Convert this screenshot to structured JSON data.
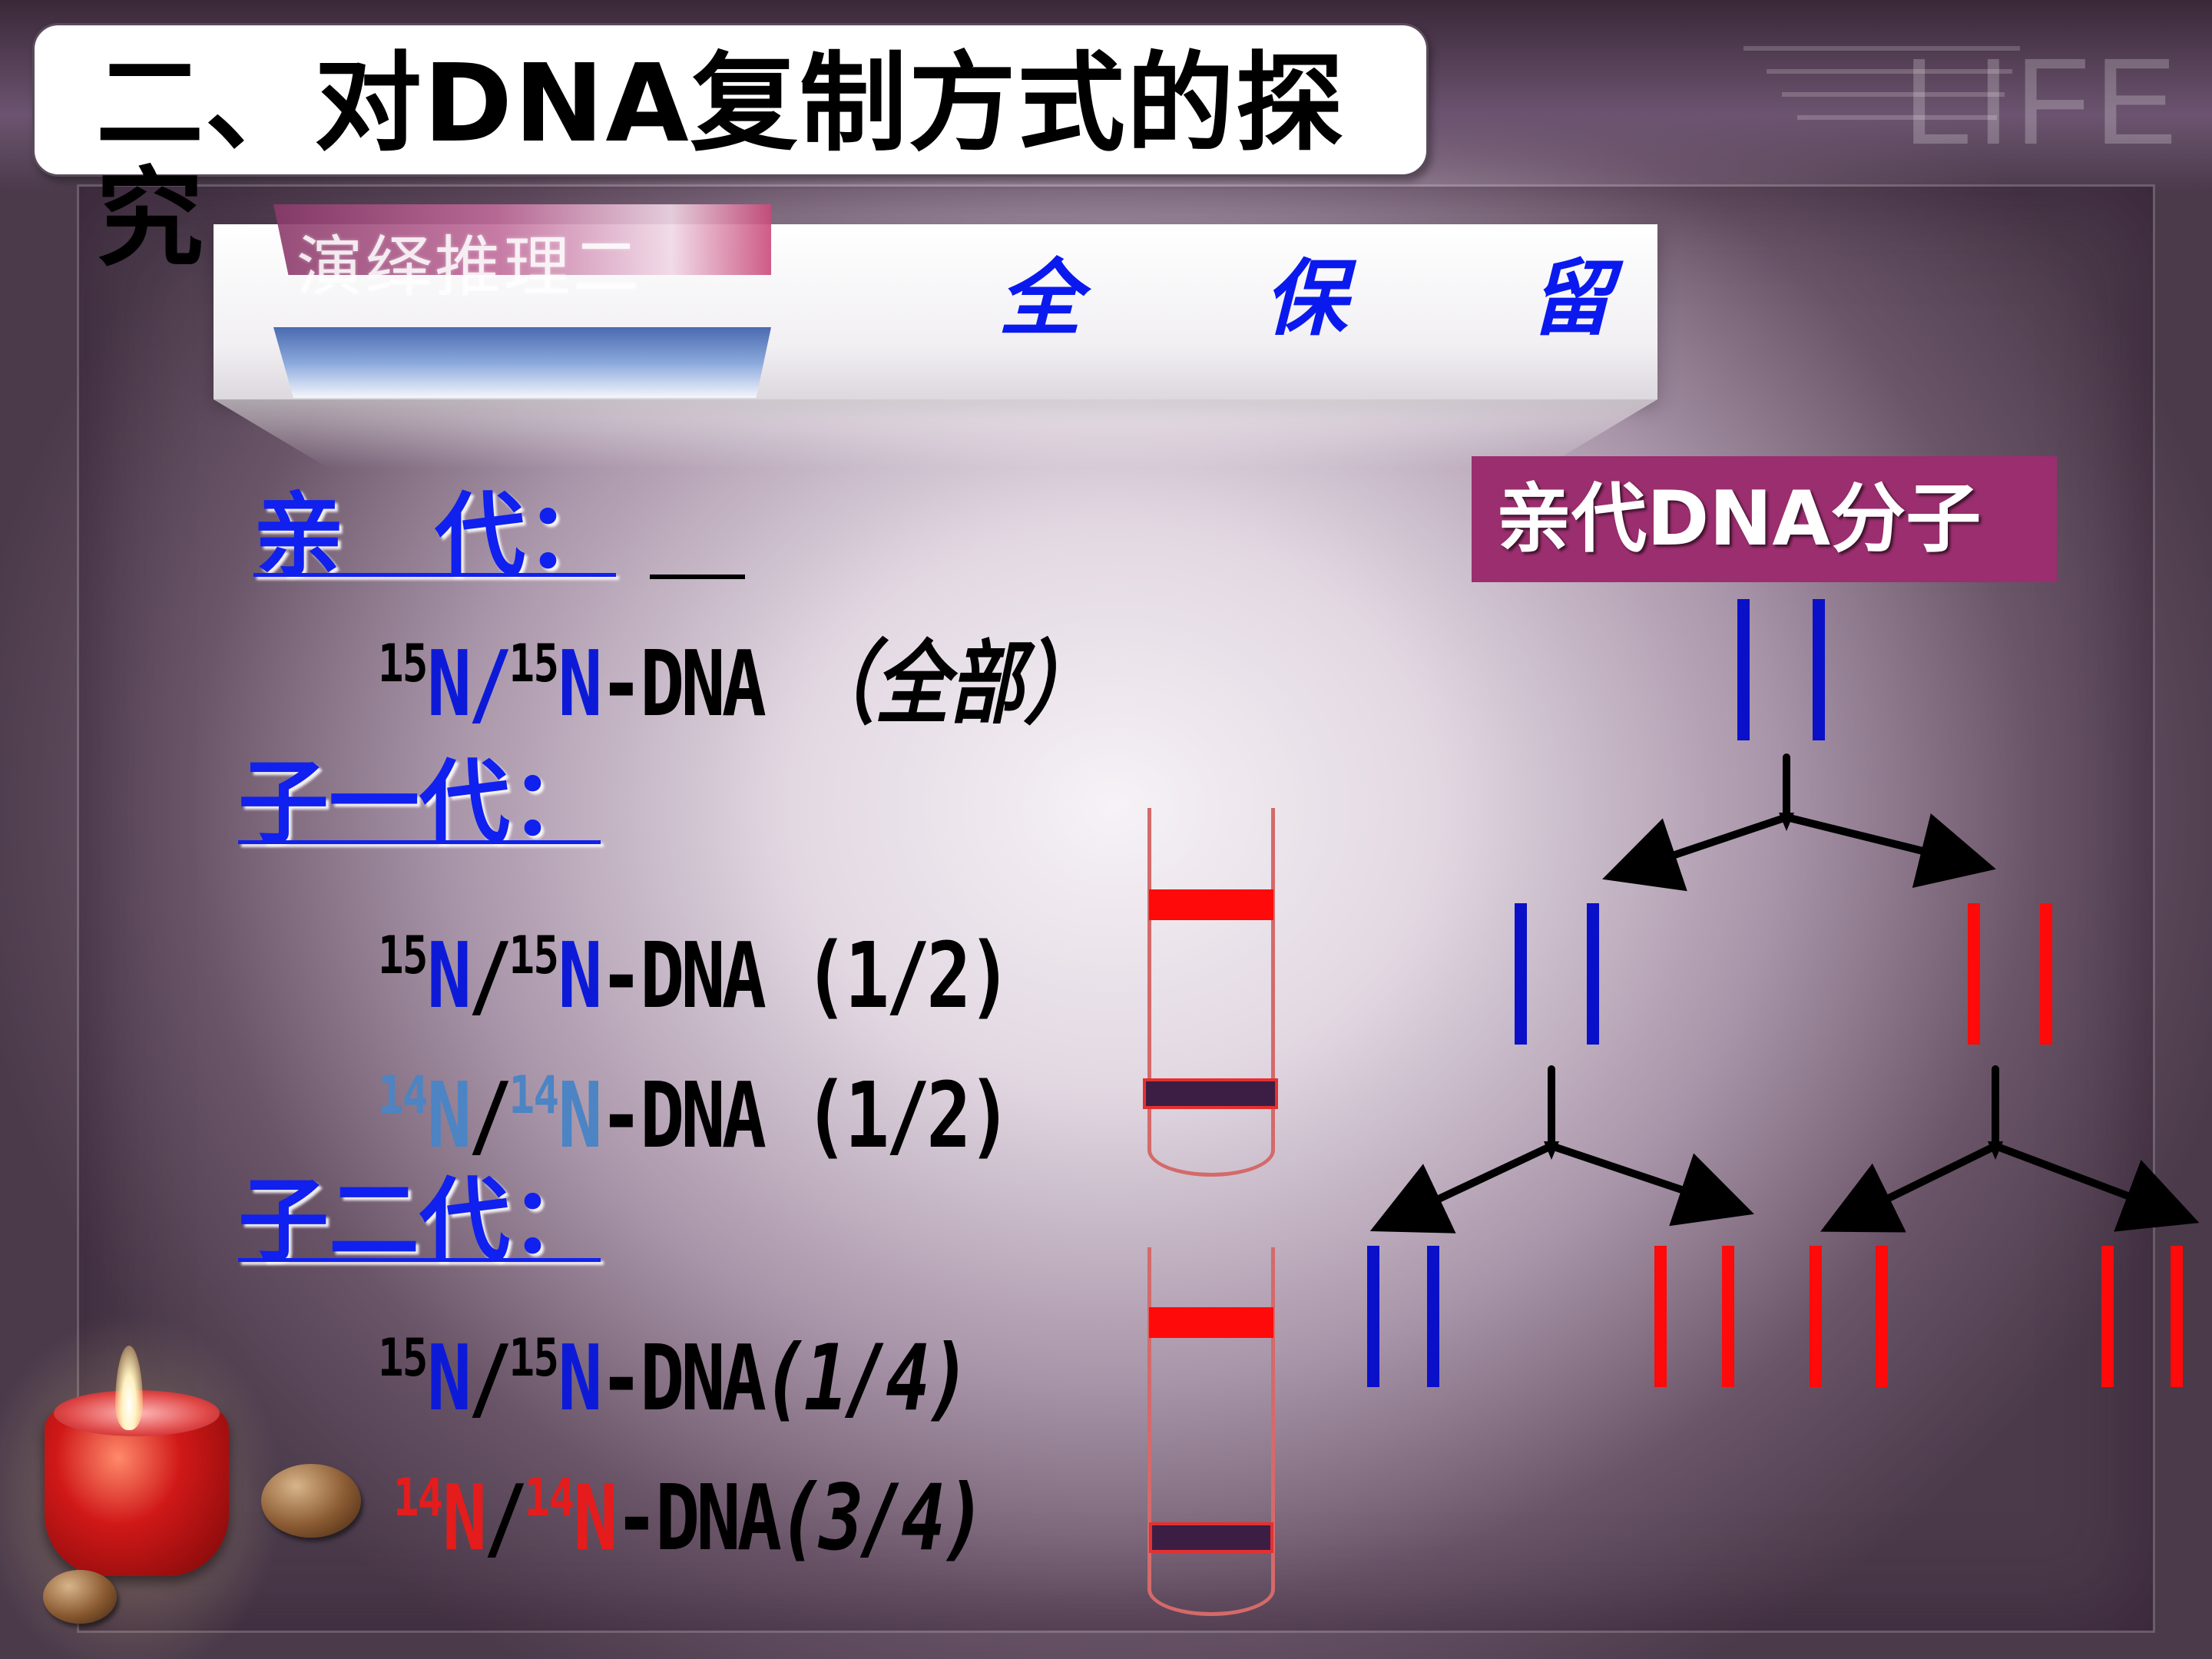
{
  "title": "二、对DNA复制方式的探究",
  "watermark": "LIFE",
  "section_tag": "演绎推理二",
  "mode": "全 保 留",
  "legend": "亲代DNA分子",
  "generations": {
    "parent": {
      "label": "亲　代：",
      "rows": [
        {
          "sup1": "15",
          "n1": "N",
          "slash": "/",
          "sup2": "15",
          "n2": "N",
          "dna": "-DNA",
          "frac": "（全部）"
        }
      ]
    },
    "gen1": {
      "label": "子一代：",
      "rows": [
        {
          "sup1": "15",
          "n1": "N",
          "slash": "/",
          "sup2": "15",
          "n2": "N",
          "dna": "-DNA",
          "frac": " (1/2)"
        },
        {
          "sup1": "14",
          "n1": "N",
          "slash": "/",
          "sup2": "14",
          "n2": "N",
          "dna": "-DNA",
          "frac": " (1/2)"
        }
      ]
    },
    "gen2": {
      "label": "子二代：",
      "rows": [
        {
          "sup1": "15",
          "n1": "N",
          "slash": "/",
          "sup2": "15",
          "n2": "N",
          "dna": "-DNA",
          "frac": "(1/4)"
        },
        {
          "sup1": "14",
          "n1": "N",
          "slash": "/",
          "sup2": "14",
          "n2": "N",
          "dna": "-DNA",
          "frac": "(3/4)"
        }
      ]
    }
  },
  "colors": {
    "heavy_strand": "#0a10c8",
    "light_strand": "#ff0a0a",
    "title_text": "#0a1aee"
  }
}
